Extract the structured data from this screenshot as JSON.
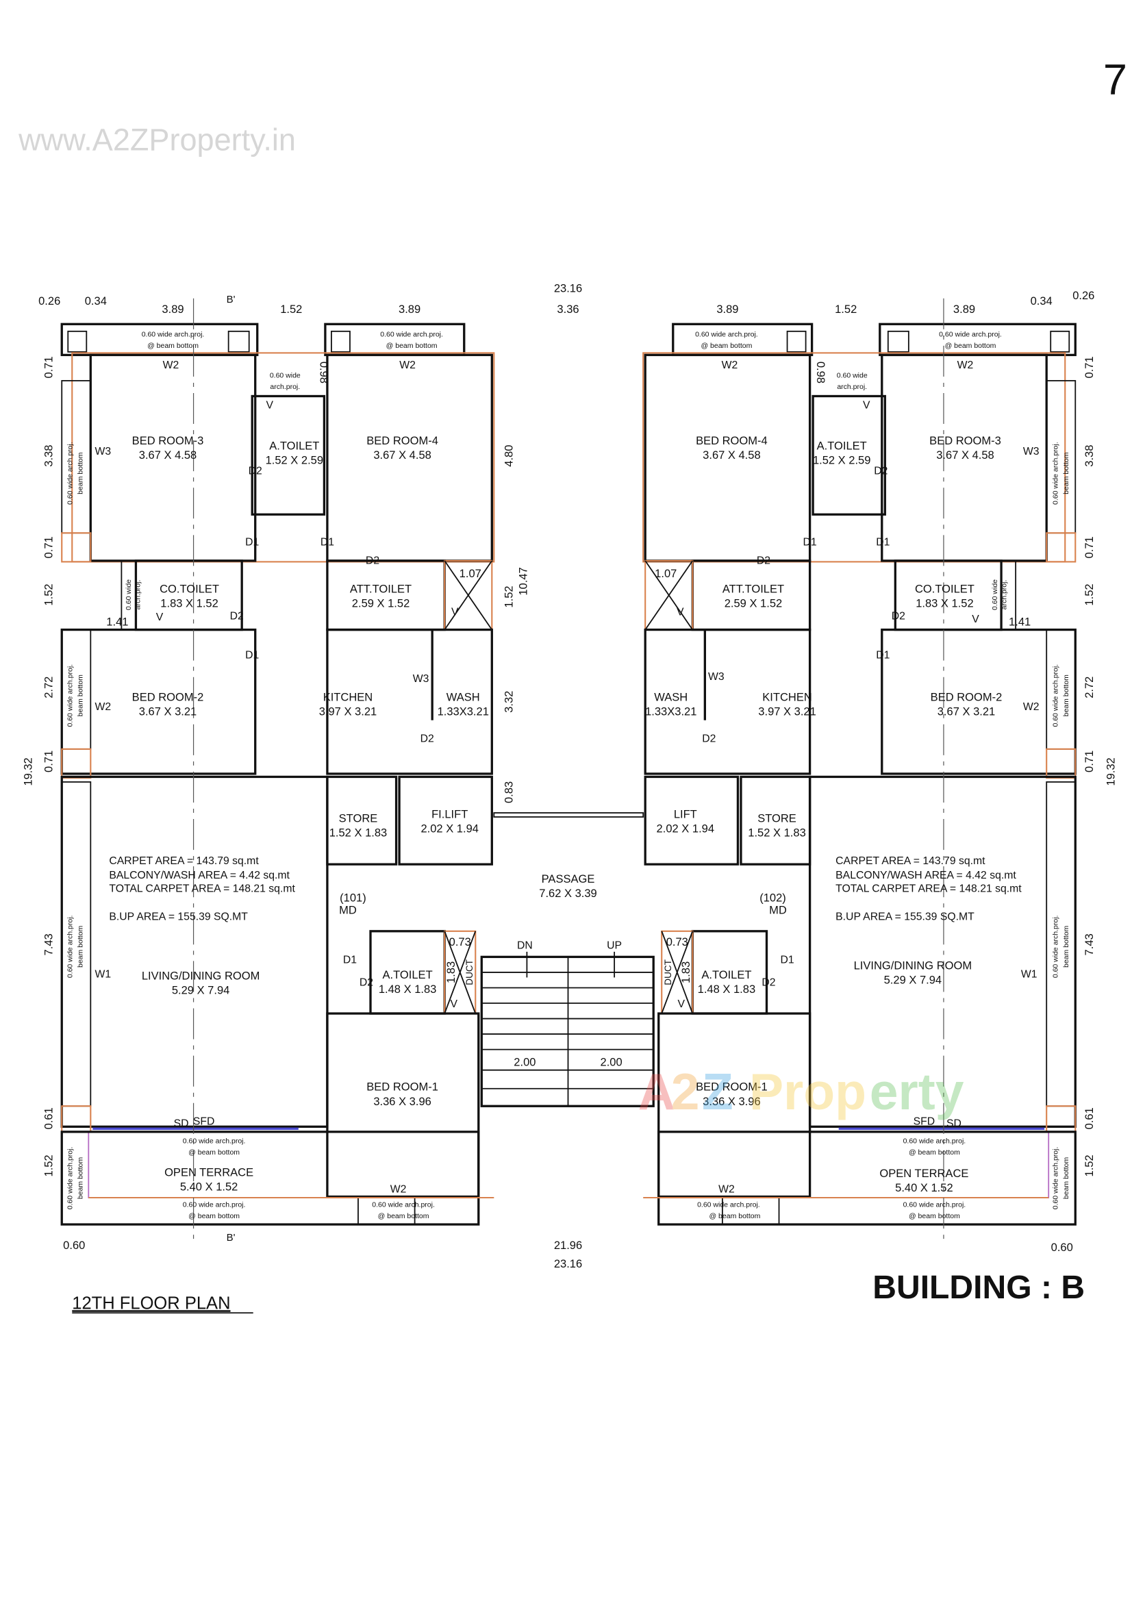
{
  "page_number": "7",
  "watermark": "www.A2ZProperty.in",
  "logo_text": "A2Z Property",
  "plan_title": "12TH FLOOR PLAN",
  "building": "BUILDING : B",
  "section_mark": "B'",
  "colors": {
    "walls": "#111111",
    "outline": "#d9824e",
    "terrace": "#b56bc4",
    "window": "#4a4ad0"
  },
  "dims": {
    "top": [
      "0.26",
      "0.34",
      "3.89",
      "1.52",
      "3.89",
      "23.16",
      "3.36",
      "3.89",
      "1.52",
      "3.89",
      "0.34",
      "0.26"
    ],
    "side": [
      "0.71",
      "3.38",
      "0.71",
      "1.52",
      "2.72",
      "0.71",
      "19.32",
      "7.43",
      "0.61",
      "1.52"
    ],
    "center": [
      "4.80",
      "10.47",
      "1.52",
      "3.32",
      "0.83",
      "1.07",
      "0.98",
      "1.41",
      "0.73",
      "1.83",
      "2.00"
    ],
    "bottom": [
      "0.60",
      "21.96",
      "23.16",
      "0.60"
    ]
  },
  "notes": {
    "arch_proj": "0.60 wide arch.proj.",
    "beam_bottom": "@ beam bottom",
    "arch_proj_short1": "0.60 wide",
    "arch_proj_short2": "arch.proj.",
    "side_proj": "0.60 wide arch.proj.",
    "side_beam": "beam bottom"
  },
  "marks": {
    "W1": "W1",
    "W2": "W2",
    "W3": "W3",
    "D1": "D1",
    "D2": "D2",
    "V": "V",
    "SD": "SD",
    "SFD": "SFD",
    "DN": "DN",
    "UP": "UP",
    "DUCT": "DUCT"
  },
  "rooms": {
    "bed3": {
      "name": "BED ROOM-3",
      "size": "3.67 X 4.58"
    },
    "bed4": {
      "name": "BED ROOM-4",
      "size": "3.67 X 4.58"
    },
    "atoilet_top": {
      "name": "A.TOILET",
      "size": "1.52 X 2.59"
    },
    "cotoilet": {
      "name": "CO.TOILET",
      "size": "1.83 X 1.52"
    },
    "atttoilet": {
      "name": "ATT.TOILET",
      "size": "2.59 X 1.52"
    },
    "bed2": {
      "name": "BED ROOM-2",
      "size": "3.67 X 3.21"
    },
    "kitchen": {
      "name": "KITCHEN",
      "size": "3.97 X 3.21"
    },
    "wash": {
      "name": "WASH",
      "size": "1.33X3.21"
    },
    "store": {
      "name": "STORE",
      "size": "1.52 X 1.83"
    },
    "filift": {
      "name": "FI.LIFT",
      "size": "2.02 X 1.94"
    },
    "lift": {
      "name": "LIFT",
      "size": "2.02 X 1.94"
    },
    "passage": {
      "name": "PASSAGE",
      "size": "7.62 X 3.39"
    },
    "living": {
      "name": "LIVING/DINING ROOM",
      "size": "5.29 X 7.94"
    },
    "atoilet_bottom": {
      "name": "A.TOILET",
      "size": "1.48 X 1.83"
    },
    "bed1": {
      "name": "BED ROOM-1",
      "size": "3.36 X 3.96"
    },
    "terrace": {
      "name": "OPEN TERRACE",
      "size": "5.40 X 1.52"
    }
  },
  "units": {
    "left": {
      "number": "(101)",
      "door": "MD"
    },
    "right": {
      "number": "(102)",
      "door": "MD"
    }
  },
  "areas": {
    "carpet": "CARPET AREA = 143.79 sq.mt",
    "balcony": "BALCONY/WASH AREA = 4.42 sq.mt",
    "total": "TOTAL CARPET AREA = 148.21 sq.mt",
    "builtup": "B.UP AREA = 155.39 SQ.MT"
  }
}
